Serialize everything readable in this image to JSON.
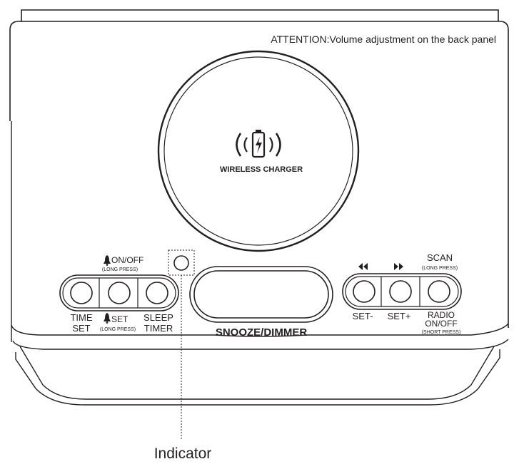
{
  "attention_note": "ATTENTION:Volume adjustment on the back panel",
  "charger": {
    "label": "WIRELESS CHARGER",
    "icon": "wireless-charging-icon"
  },
  "left_group": {
    "top_label": "ON/OFF",
    "top_sublabel": "(LONG PRESS)",
    "top_icon": "bell-icon",
    "buttons": [
      {
        "label_line1": "TIME",
        "label_line2": "SET"
      },
      {
        "label_line1": "SET",
        "label_line2": "(LONG PRESS)",
        "icon": "bell-icon"
      },
      {
        "label_line1": "SLEEP",
        "label_line2": "TIMER"
      }
    ]
  },
  "snooze": {
    "label": "SNOOZE/DIMMER"
  },
  "right_group": {
    "top_labels": {
      "rewind_icon": "rewind-icon",
      "forward_icon": "fast-forward-icon",
      "scan": "SCAN",
      "scan_sub": "(LONG PRESS)"
    },
    "buttons": [
      {
        "label_line1": "SET-"
      },
      {
        "label_line1": "SET+"
      },
      {
        "label_line1": "RADIO",
        "label_line2": "ON/OFF",
        "label_line3": "(SHORT PRESS)"
      }
    ]
  },
  "indicator": {
    "label": "Indicator"
  }
}
